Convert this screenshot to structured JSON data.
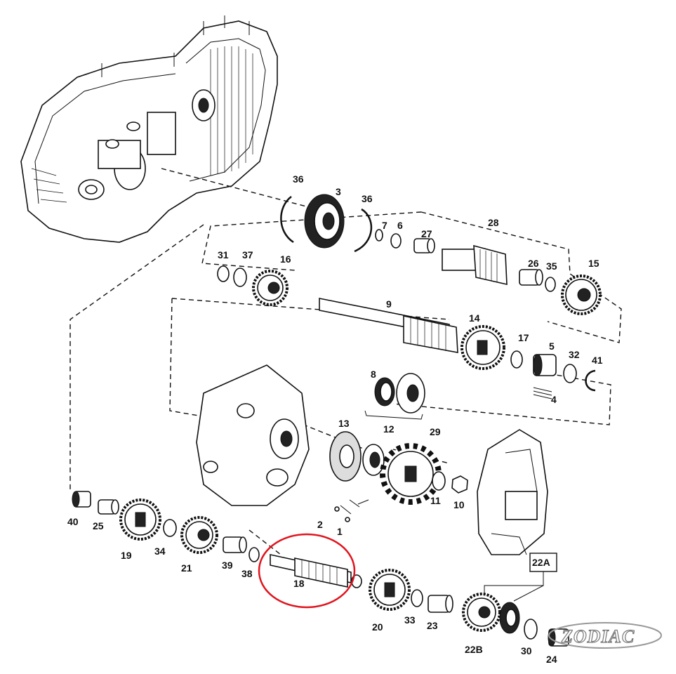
{
  "labels": {
    "l36a": "36",
    "l3": "3",
    "l36b": "36",
    "l7": "7",
    "l6": "6",
    "l27": "27",
    "l28": "28",
    "l31": "31",
    "l37": "37",
    "l16": "16",
    "l26": "26",
    "l35": "35",
    "l15": "15",
    "l9": "9",
    "l14": "14",
    "l17": "17",
    "l5": "5",
    "l32": "32",
    "l41": "41",
    "l4": "4",
    "l8": "8",
    "l12": "12",
    "l13": "13",
    "l29": "29",
    "l11": "11",
    "l10": "10",
    "l2": "2",
    "l1": "1",
    "l40": "40",
    "l25": "25",
    "l19": "19",
    "l34": "34",
    "l21": "21",
    "l39": "39",
    "l38": "38",
    "l18": "18",
    "l20": "20",
    "l33": "33",
    "l23": "23",
    "l22A": "22A",
    "l22B": "22B",
    "l30": "30",
    "l24": "24"
  },
  "highlight": {
    "part": "18",
    "color": "#e0141e"
  },
  "logo": {
    "text": "ZODIAC"
  }
}
